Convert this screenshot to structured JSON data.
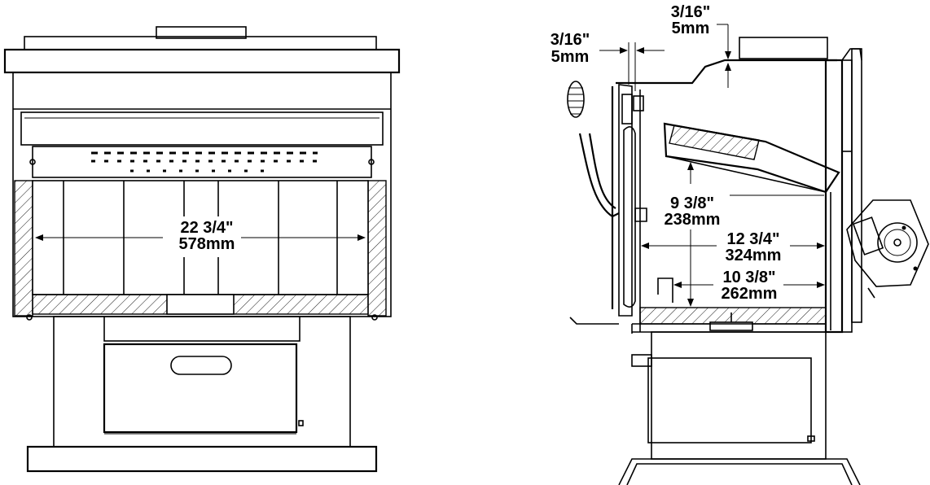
{
  "front_view": {
    "width_dimension": {
      "imperial": "22 3/4\"",
      "metric": "578mm"
    }
  },
  "side_view": {
    "top_clearance": {
      "imperial": "3/16\"",
      "metric": "5mm"
    },
    "door_gap": {
      "imperial": "3/16\"",
      "metric": "5mm"
    },
    "baffle_height": {
      "imperial": "9 3/8\"",
      "metric": "238mm"
    },
    "upper_depth": {
      "imperial": "12 3/4\"",
      "metric": "324mm"
    },
    "lower_depth": {
      "imperial": "10 3/8\"",
      "metric": "262mm"
    }
  }
}
